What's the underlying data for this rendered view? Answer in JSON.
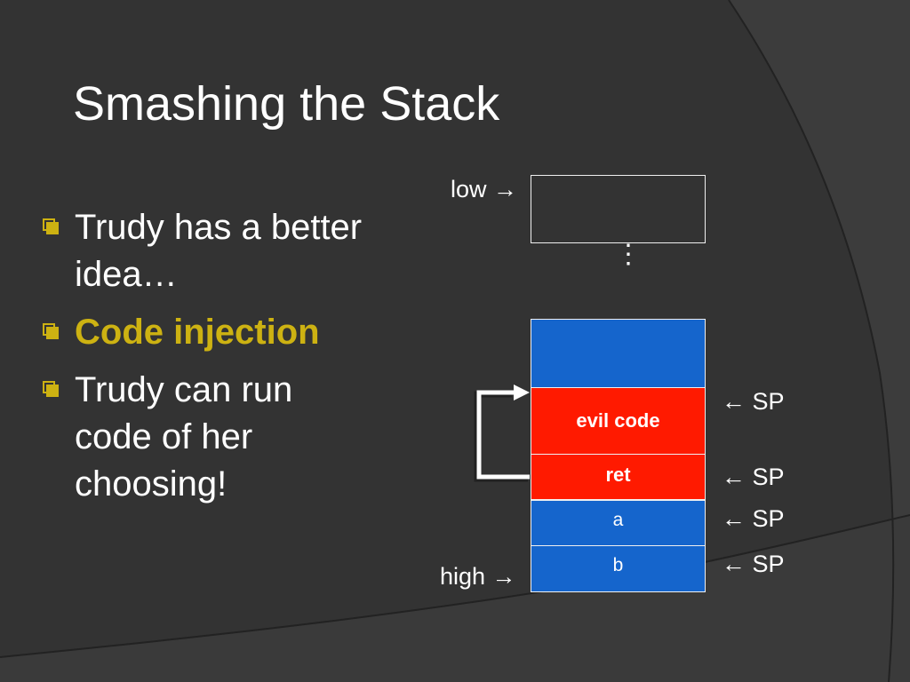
{
  "slide": {
    "title": "Smashing the Stack",
    "bullets": [
      {
        "text": "Trudy has a better idea…",
        "accent": false
      },
      {
        "text": "Code injection",
        "accent": true
      },
      {
        "text": "Trudy can run code of her choosing!",
        "accent": false
      }
    ]
  },
  "diagram": {
    "low_label": "low →",
    "high_label": "high →",
    "ellipsis": "⋮",
    "cells": [
      {
        "label": ""
      },
      {
        "label": ""
      },
      {
        "label": "evil code"
      },
      {
        "label": "ret"
      },
      {
        "label": "a"
      },
      {
        "label": "b"
      }
    ],
    "sp_labels": [
      "← SP",
      "← SP",
      "← SP",
      "← SP"
    ]
  },
  "colors": {
    "background": "#333333",
    "title_text": "#ffffff",
    "accent": "#cdb212",
    "stack_blue": "#1565cc",
    "stack_red": "#ff1a00"
  }
}
